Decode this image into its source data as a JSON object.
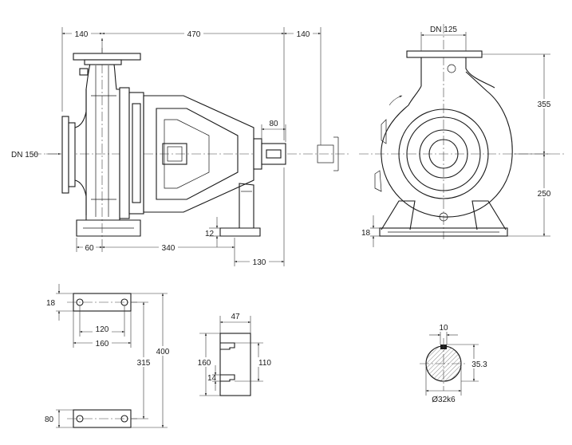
{
  "dimensions": {
    "top_left_140": "140",
    "top_470": "470",
    "top_right_140": "140",
    "inlet_dn": "DN 150",
    "outlet_dn": "DN 125",
    "shaft_80": "80",
    "foot_12": "12",
    "bottom_60": "60",
    "bottom_340": "340",
    "bottom_130": "130",
    "height_355": "355",
    "height_250": "250",
    "foot_18": "18",
    "base_18": "18",
    "base_120": "120",
    "base_160": "160",
    "base_315": "315",
    "base_400": "400",
    "base_80": "80",
    "slot_47": "47",
    "slot_160": "160",
    "slot_110": "110",
    "slot_14": "14",
    "key_10": "10",
    "key_35_3": "35.3",
    "shaft_dia": "Ø32k6"
  },
  "colors": {
    "line": "#1a1a1a",
    "background": "#ffffff"
  }
}
